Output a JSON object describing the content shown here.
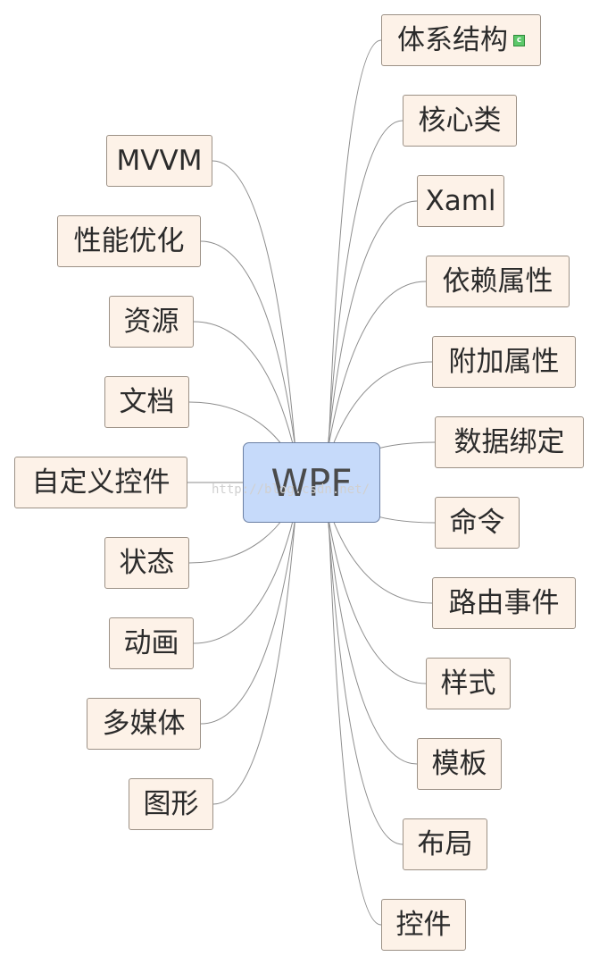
{
  "center": {
    "label": "WPF"
  },
  "watermark": "http://blog.csdn.net/",
  "right_topics": [
    {
      "label": "体系结构",
      "badge": "c"
    },
    {
      "label": "核心类"
    },
    {
      "label": "Xaml"
    },
    {
      "label": "依赖属性"
    },
    {
      "label": "附加属性"
    },
    {
      "label": "数据绑定"
    },
    {
      "label": "命令"
    },
    {
      "label": "路由事件"
    },
    {
      "label": "样式"
    },
    {
      "label": "模板"
    },
    {
      "label": "布局"
    },
    {
      "label": "控件"
    }
  ],
  "left_topics": [
    {
      "label": "MVVM"
    },
    {
      "label": "性能优化"
    },
    {
      "label": "资源"
    },
    {
      "label": "文档"
    },
    {
      "label": "自定义控件"
    },
    {
      "label": "状态"
    },
    {
      "label": "动画"
    },
    {
      "label": "多媒体"
    },
    {
      "label": "图形"
    }
  ]
}
